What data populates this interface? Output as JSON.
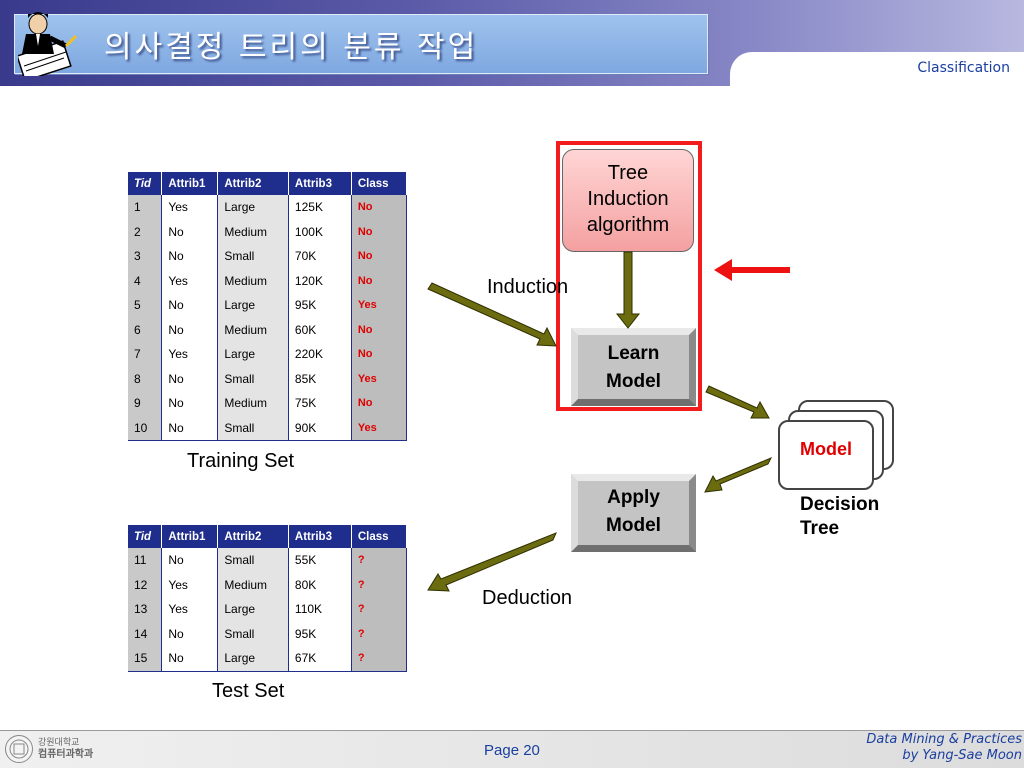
{
  "header": {
    "title": "의사결정 트리의 분류 작업",
    "section_tab": "Classification"
  },
  "columns": [
    "Tid",
    "Attrib1",
    "Attrib2",
    "Attrib3",
    "Class"
  ],
  "training_set": {
    "caption": "Training Set",
    "rows": [
      [
        "1",
        "Yes",
        "Large",
        "125K",
        "No"
      ],
      [
        "2",
        "No",
        "Medium",
        "100K",
        "No"
      ],
      [
        "3",
        "No",
        "Small",
        "70K",
        "No"
      ],
      [
        "4",
        "Yes",
        "Medium",
        "120K",
        "No"
      ],
      [
        "5",
        "No",
        "Large",
        "95K",
        "Yes"
      ],
      [
        "6",
        "No",
        "Medium",
        "60K",
        "No"
      ],
      [
        "7",
        "Yes",
        "Large",
        "220K",
        "No"
      ],
      [
        "8",
        "No",
        "Small",
        "85K",
        "Yes"
      ],
      [
        "9",
        "No",
        "Medium",
        "75K",
        "No"
      ],
      [
        "10",
        "No",
        "Small",
        "90K",
        "Yes"
      ]
    ]
  },
  "test_set": {
    "caption": "Test Set",
    "rows": [
      [
        "11",
        "No",
        "Small",
        "55K",
        "?"
      ],
      [
        "12",
        "Yes",
        "Medium",
        "80K",
        "?"
      ],
      [
        "13",
        "Yes",
        "Large",
        "110K",
        "?"
      ],
      [
        "14",
        "No",
        "Small",
        "95K",
        "?"
      ],
      [
        "15",
        "No",
        "Large",
        "67K",
        "?"
      ]
    ]
  },
  "diagram": {
    "tree_induction": [
      "Tree",
      "Induction",
      "algorithm"
    ],
    "learn_model": [
      "Learn",
      "Model"
    ],
    "apply_model": [
      "Apply",
      "Model"
    ],
    "model_card": "Model",
    "decision_tree": [
      "Decision",
      "Tree"
    ],
    "induction_label": "Induction",
    "deduction_label": "Deduction"
  },
  "footer": {
    "university_lines": [
      "강원대학교",
      "컴퓨터과학과"
    ],
    "page": "Page 20",
    "credit_lines": [
      "Data Mining & Practices",
      "by Yang-Sae Moon"
    ]
  },
  "colors": {
    "table_header": "#1f2d8c",
    "class_value": "#e00000",
    "highlight_frame": "#f21c1c",
    "flow_arrow": "#6b6b10",
    "pointer_arrow": "#ee1111",
    "link_text": "#1a3fa0"
  },
  "icons": [
    "person-writing-icon",
    "university-seal-icon"
  ]
}
